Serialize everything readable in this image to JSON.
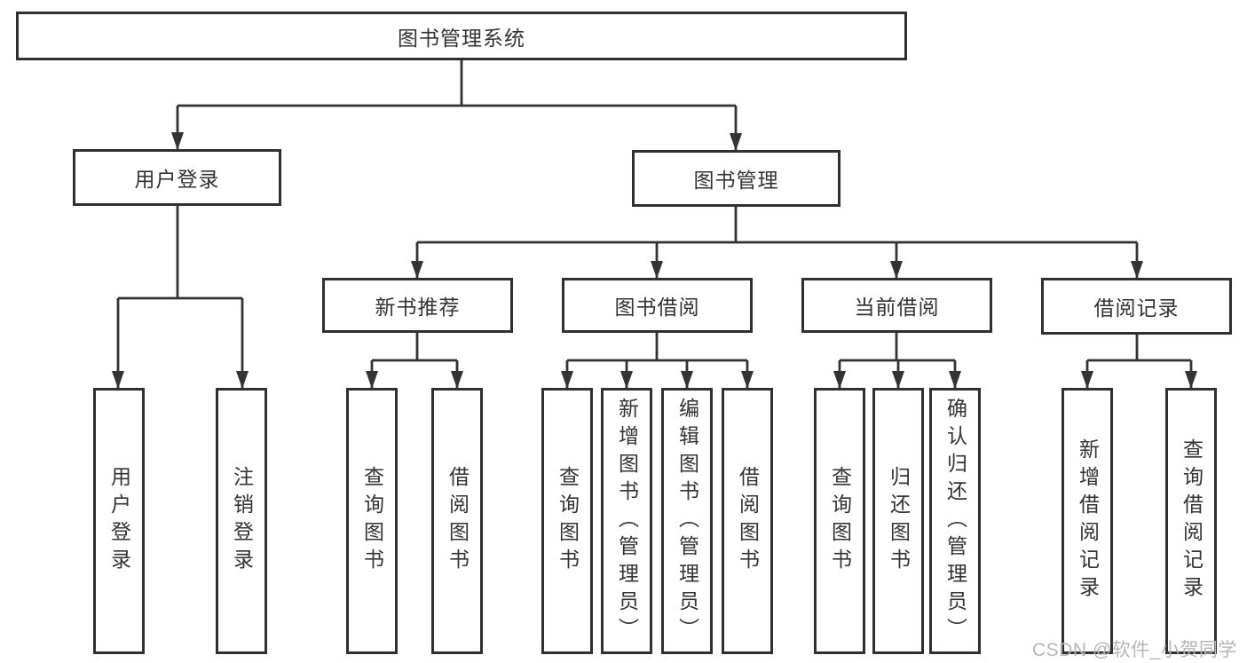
{
  "diagram": {
    "type": "tree",
    "title": "图书管理系统",
    "tree": {
      "label": "图书管理系统",
      "children": [
        {
          "label": "用户登录",
          "children": [
            {
              "label": "用户登录"
            },
            {
              "label": "注销登录"
            }
          ]
        },
        {
          "label": "图书管理",
          "children": [
            {
              "label": "新书推荐",
              "children": [
                {
                  "label": "查询图书"
                },
                {
                  "label": "借阅图书"
                }
              ]
            },
            {
              "label": "图书借阅",
              "children": [
                {
                  "label": "查询图书"
                },
                {
                  "label": "新增图书（管理员）"
                },
                {
                  "label": "编辑图书（管理员）"
                },
                {
                  "label": "借阅图书"
                }
              ]
            },
            {
              "label": "当前借阅",
              "children": [
                {
                  "label": "查询图书"
                },
                {
                  "label": "归还图书"
                },
                {
                  "label": "确认归还（管理员）"
                }
              ]
            },
            {
              "label": "借阅记录",
              "children": [
                {
                  "label": "新增借阅记录"
                },
                {
                  "label": "查询借阅记录"
                }
              ]
            }
          ]
        }
      ]
    }
  },
  "watermark": {
    "text": "CSDN @软件_小贺同学",
    "color": "#b5b5b5"
  },
  "colors": {
    "line": "#333333",
    "box_border": "#303030",
    "text": "#333333",
    "background": "#ffffff"
  }
}
